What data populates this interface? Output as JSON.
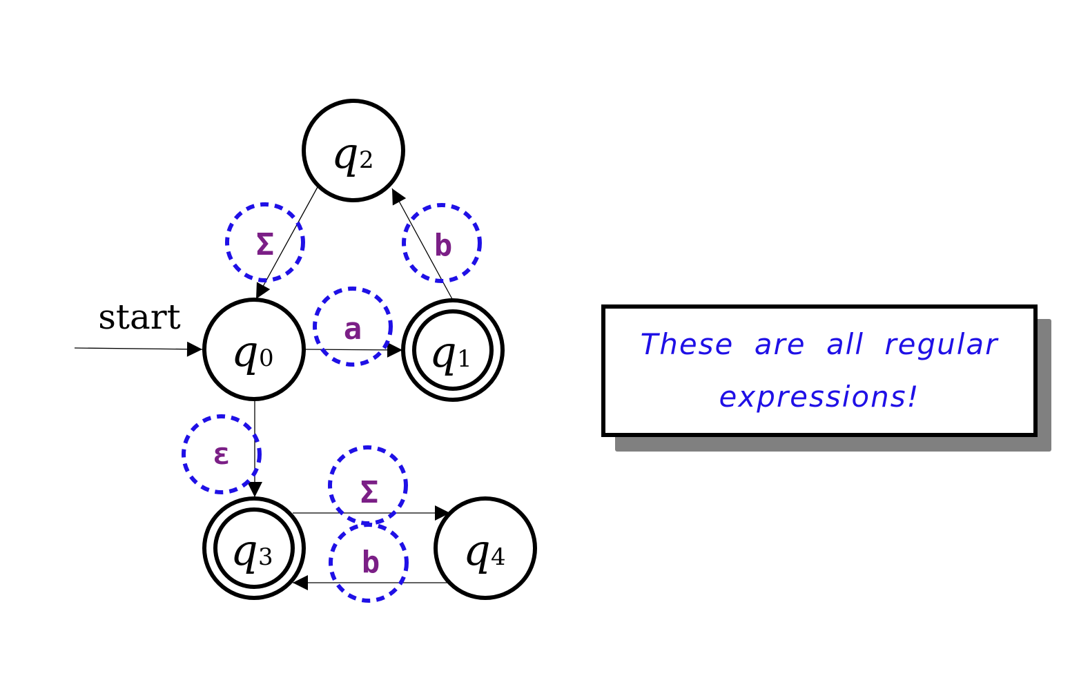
{
  "start_label": "start",
  "states": [
    {
      "id": "q0",
      "name": "q",
      "sub": "0",
      "accepting": false
    },
    {
      "id": "q1",
      "name": "q",
      "sub": "1",
      "accepting": true
    },
    {
      "id": "q2",
      "name": "q",
      "sub": "2",
      "accepting": false
    },
    {
      "id": "q3",
      "name": "q",
      "sub": "3",
      "accepting": true
    },
    {
      "id": "q4",
      "name": "q",
      "sub": "4",
      "accepting": false
    }
  ],
  "transitions": [
    {
      "from": "q0",
      "to": "q1",
      "symbol": "a"
    },
    {
      "from": "q1",
      "to": "q2",
      "symbol": "b"
    },
    {
      "from": "q2",
      "to": "q0",
      "symbol": "Σ"
    },
    {
      "from": "q0",
      "to": "q3",
      "symbol": "ε"
    },
    {
      "from": "q3",
      "to": "q4",
      "symbol": "Σ"
    },
    {
      "from": "q4",
      "to": "q3",
      "symbol": "b"
    }
  ],
  "note": {
    "line1": "These are all regular",
    "line2": "expressions!"
  },
  "colors": {
    "symbol": "#7b1f86",
    "highlight": "#1f10e6",
    "note_text": "#1f10e6",
    "shadow": "#808080"
  }
}
